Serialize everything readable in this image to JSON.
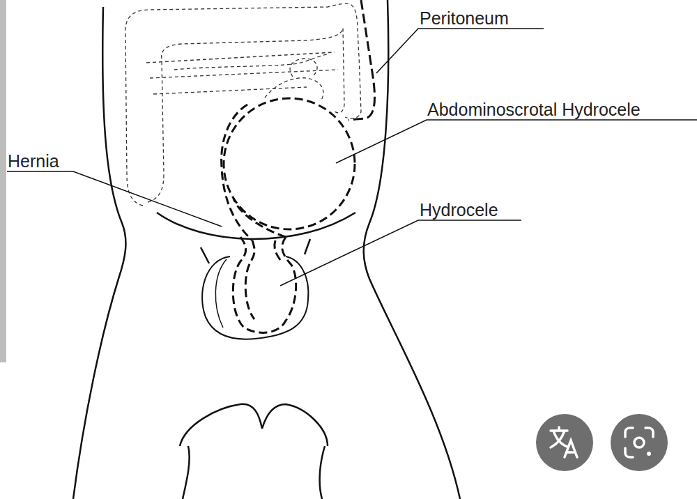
{
  "diagram": {
    "labels": [
      "Peritoneum",
      "Abdominoscrotal Hydrocele",
      "Hernia",
      "Hydrocele"
    ]
  }
}
